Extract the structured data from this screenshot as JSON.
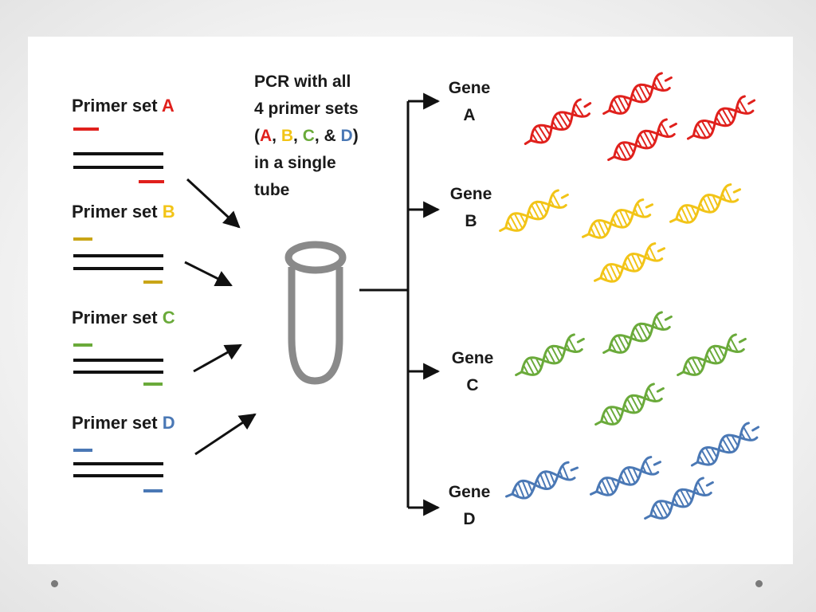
{
  "primer_sets": [
    {
      "prefix": "Primer set ",
      "letter": "A",
      "color": "#e0201c"
    },
    {
      "prefix": "Primer set ",
      "letter": "B",
      "color": "#f2c417"
    },
    {
      "prefix": "Primer set ",
      "letter": "C",
      "color": "#6aaa3a"
    },
    {
      "prefix": "Primer set ",
      "letter": "D",
      "color": "#4a78b5"
    }
  ],
  "pcr_text": {
    "line1": "PCR with all",
    "line2": "4 primer sets",
    "line3_open": "(",
    "line3_a": "A",
    "line3_sep1": ", ",
    "line3_b": "B",
    "line3_sep2": ", ",
    "line3_c": "C",
    "line3_sep3": ", & ",
    "line3_d": "D",
    "line3_close": ")",
    "line4": "in a single",
    "line5": "tube"
  },
  "genes": [
    {
      "word": "Gene",
      "letter": "A",
      "color": "#e0201c"
    },
    {
      "word": "Gene",
      "letter": "B",
      "color": "#f2c417"
    },
    {
      "word": "Gene",
      "letter": "C",
      "color": "#6aaa3a"
    },
    {
      "word": "Gene",
      "letter": "D",
      "color": "#4a78b5"
    }
  ],
  "helix_counts": {
    "A": 4,
    "B": 4,
    "C": 4,
    "D": 4
  },
  "icons": [
    "pcr-tube-icon",
    "dna-helix-icon",
    "arrow-icon"
  ]
}
